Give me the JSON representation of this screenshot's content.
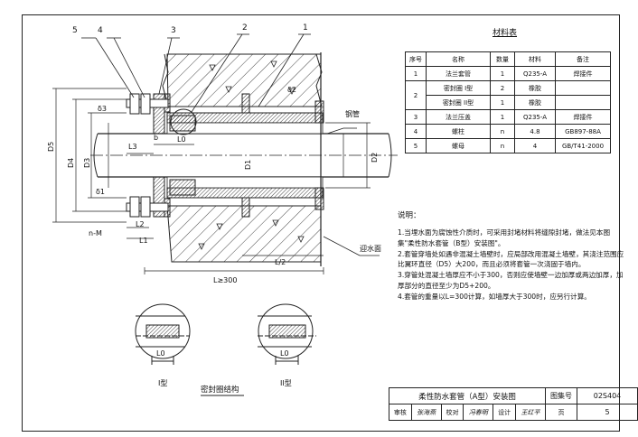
{
  "table": {
    "title": "材料表",
    "headers": [
      "序号",
      "名称",
      "数量",
      "材料",
      "备注"
    ],
    "rows": [
      {
        "no": "1",
        "name": "法兰套管",
        "qty": "1",
        "material": "Q235-A",
        "remark": "焊接件"
      },
      {
        "no": "2",
        "name": "密封圈 I型",
        "qty": "2",
        "material": "橡胶",
        "remark": ""
      },
      {
        "no": "",
        "name": "密封圈 II型",
        "qty": "1",
        "material": "橡胶",
        "remark": ""
      },
      {
        "no": "3",
        "name": "法兰压盖",
        "qty": "1",
        "material": "Q235-A",
        "remark": "焊接件"
      },
      {
        "no": "4",
        "name": "螺柱",
        "qty": "n",
        "material": "4.8",
        "remark": "GB897-88A"
      },
      {
        "no": "5",
        "name": "螺母",
        "qty": "n",
        "material": "4",
        "remark": "GB/T41-2000"
      }
    ]
  },
  "notes": {
    "heading": "说明：",
    "items": [
      "1.当埋水面为腐蚀性介质时，可采用封堵材料将缝隙封堵，做法见本图集\"柔性防水套管（B型）安装图\"。",
      "2.套管穿墙处如遇非混凝土墙壁时，应局部改用混凝土墙壁，其浇注范围应比翼环直径（D5）大200，而且必须将套管一次浇固于墙内。",
      "3.穿管处混凝土墙厚应不小于300，否则应使墙壁一边加厚或两边加厚，加厚部分的直径至少为D5+200。",
      "4.套管的重量以L=300计算，如墙厚大于300时，应另行计算。"
    ]
  },
  "drawing": {
    "callouts": [
      "5",
      "4",
      "3",
      "2",
      "1"
    ],
    "labels": {
      "pipe": "钢管",
      "water_face": "迎水面",
      "length": "L≥300",
      "half_length": "L/2",
      "bolts": "n-M",
      "d1": "D1",
      "d2": "D2",
      "d3": "D3",
      "d4": "D4",
      "d5": "D5",
      "b": "b",
      "l1": "L1",
      "l2": "L2",
      "l3": "L3",
      "l0": "L0",
      "delta1": "δ1",
      "delta2": "δ2",
      "delta3": "δ3",
      "detail_length": "L0",
      "type1": "I型",
      "type2": "II型",
      "detail_title": "密封圈结构"
    }
  },
  "title_block": {
    "drawing_title": "柔性防水套管（A型）安装图",
    "atlas_label": "图集号",
    "atlas_no": "02S404",
    "review_label": "审核",
    "review_name": "张海燕",
    "check_label": "校对",
    "check_name": "冯春明",
    "design_label": "设计",
    "design_name": "王红平",
    "page_label": "页",
    "page_no": "5"
  }
}
